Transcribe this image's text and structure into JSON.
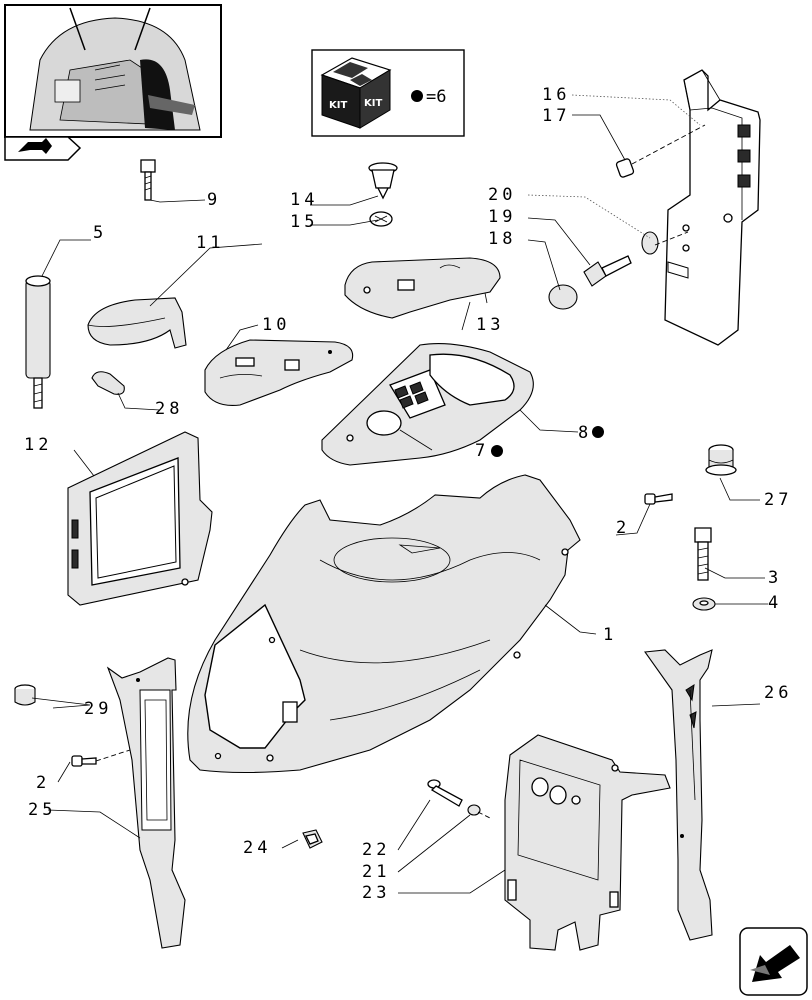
{
  "kit_box": {
    "kit_text": "KIT",
    "note": "=6"
  },
  "callouts": [
    {
      "id": "c1",
      "text": "1"
    },
    {
      "id": "c2a",
      "text": "2"
    },
    {
      "id": "c2b",
      "text": "2"
    },
    {
      "id": "c3",
      "text": "3"
    },
    {
      "id": "c4",
      "text": "4"
    },
    {
      "id": "c5",
      "text": "5"
    },
    {
      "id": "c7",
      "text": "7"
    },
    {
      "id": "c8",
      "text": "8"
    },
    {
      "id": "c9",
      "text": "9"
    },
    {
      "id": "c10",
      "text": "10"
    },
    {
      "id": "c11",
      "text": "11"
    },
    {
      "id": "c12",
      "text": "12"
    },
    {
      "id": "c13",
      "text": "13"
    },
    {
      "id": "c14",
      "text": "14"
    },
    {
      "id": "c15",
      "text": "15"
    },
    {
      "id": "c16",
      "text": "16"
    },
    {
      "id": "c17",
      "text": "17"
    },
    {
      "id": "c18",
      "text": "18"
    },
    {
      "id": "c19",
      "text": "19"
    },
    {
      "id": "c20",
      "text": "20"
    },
    {
      "id": "c21",
      "text": "21"
    },
    {
      "id": "c22",
      "text": "22"
    },
    {
      "id": "c23",
      "text": "23"
    },
    {
      "id": "c24",
      "text": "24"
    },
    {
      "id": "c25",
      "text": "25"
    },
    {
      "id": "c26",
      "text": "26"
    },
    {
      "id": "c27",
      "text": "27"
    },
    {
      "id": "c28",
      "text": "28"
    },
    {
      "id": "c29",
      "text": "29"
    }
  ],
  "icons": [
    "locator-thumbnail",
    "kit-icon",
    "bullet-icon",
    "nav-arrow-icon",
    "back-arrow-icon"
  ]
}
